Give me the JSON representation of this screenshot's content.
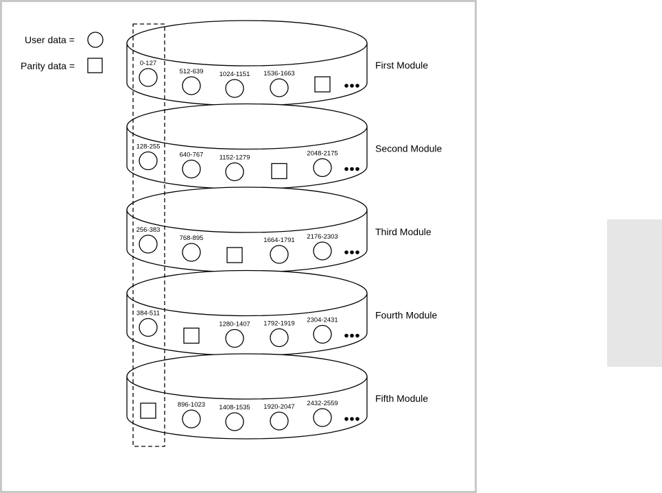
{
  "legend": {
    "user_data": "User data =",
    "parity_data": "Parity data ="
  },
  "modules": [
    {
      "name": "First Module",
      "slots": [
        {
          "kind": "user",
          "label": "0-127"
        },
        {
          "kind": "user",
          "label": "512-639"
        },
        {
          "kind": "user",
          "label": "1024-1151"
        },
        {
          "kind": "user",
          "label": "1536-1663"
        },
        {
          "kind": "parity",
          "label": ""
        }
      ]
    },
    {
      "name": "Second Module",
      "slots": [
        {
          "kind": "user",
          "label": "128-255"
        },
        {
          "kind": "user",
          "label": "640-767"
        },
        {
          "kind": "user",
          "label": "1152-1279"
        },
        {
          "kind": "parity",
          "label": ""
        },
        {
          "kind": "user",
          "label": "2048-2175"
        }
      ]
    },
    {
      "name": "Third Module",
      "slots": [
        {
          "kind": "user",
          "label": "256-383"
        },
        {
          "kind": "user",
          "label": "768-895"
        },
        {
          "kind": "parity",
          "label": ""
        },
        {
          "kind": "user",
          "label": "1664-1791"
        },
        {
          "kind": "user",
          "label": "2176-2303"
        }
      ]
    },
    {
      "name": "Fourth Module",
      "slots": [
        {
          "kind": "user",
          "label": "384-511"
        },
        {
          "kind": "parity",
          "label": ""
        },
        {
          "kind": "user",
          "label": "1280-1407"
        },
        {
          "kind": "user",
          "label": "1792-1919"
        },
        {
          "kind": "user",
          "label": "2304-2431"
        }
      ]
    },
    {
      "name": "Fifth Module",
      "slots": [
        {
          "kind": "parity",
          "label": ""
        },
        {
          "kind": "user",
          "label": "896-1023"
        },
        {
          "kind": "user",
          "label": "1408-1535"
        },
        {
          "kind": "user",
          "label": "1920-2047"
        },
        {
          "kind": "user",
          "label": "2432-2559"
        }
      ]
    }
  ]
}
